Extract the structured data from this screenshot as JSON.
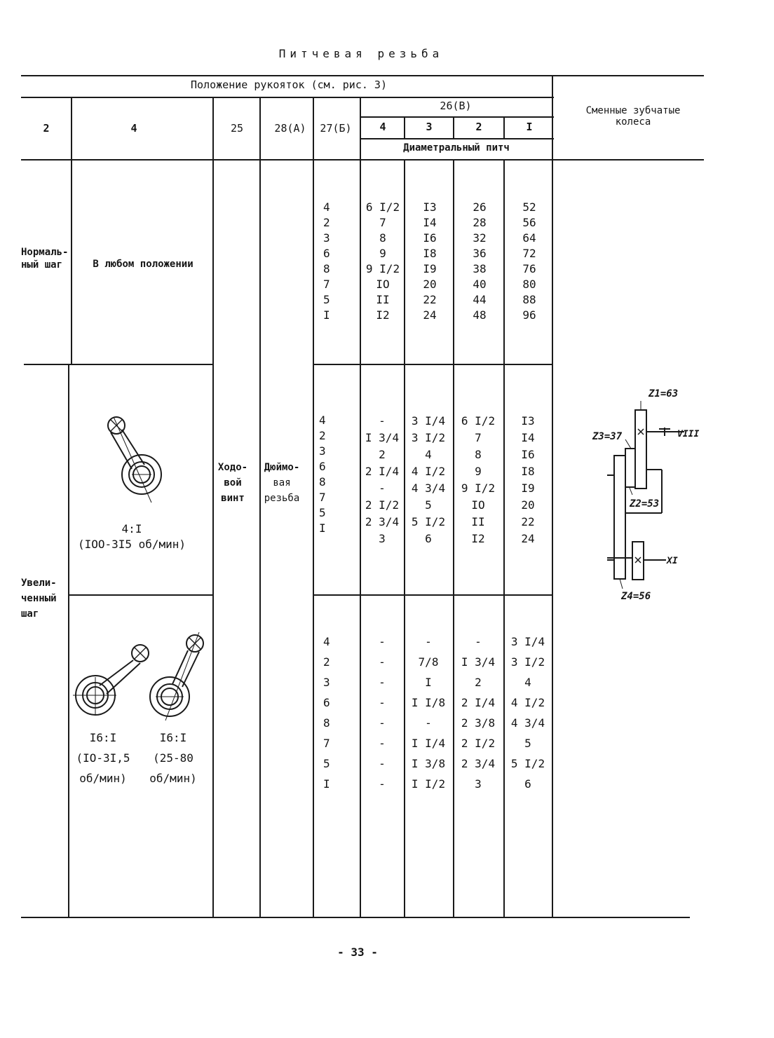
{
  "title": "Питчевая резьба",
  "header": {
    "handles_caption": "Положение рукояток (см. рис. 3)",
    "col_2": "2",
    "col_4": "4",
    "col_25": "25",
    "col_28": "28(А)",
    "col_27": "27(Б)",
    "col_26": "26(В)",
    "sub_26": [
      "4",
      "3",
      "2",
      "I"
    ],
    "diametral_pitch": "Диаметральный питч",
    "gears_caption": "Сменные зубчатые колеса"
  },
  "side_labels": {
    "normal_step": [
      "Нормаль-",
      "ный шаг"
    ],
    "increased_step": [
      "Увели-",
      "ченный",
      "шаг"
    ],
    "lead_screw": [
      "Ходо-",
      "вой",
      "винт"
    ],
    "inch_thread": [
      "Дюймо-",
      "вая",
      "резьба"
    ]
  },
  "normal": {
    "position_text": "В любом положении",
    "col27": [
      "4",
      "2",
      "3",
      "6",
      "8",
      "7",
      "5",
      "I"
    ],
    "p4": [
      "6 I/2",
      "7",
      "8",
      "9",
      "9 I/2",
      "IO",
      "II",
      "I2"
    ],
    "p3": [
      "I3",
      "I4",
      "I6",
      "I8",
      "I9",
      "20",
      "22",
      "24"
    ],
    "p2": [
      "26",
      "28",
      "32",
      "36",
      "38",
      "40",
      "44",
      "48"
    ],
    "p1": [
      "52",
      "56",
      "64",
      "72",
      "76",
      "80",
      "88",
      "96"
    ]
  },
  "increased_1": {
    "ratio": "4:I",
    "speed": "(IOO-3I5 об/мин)",
    "col27": [
      "4",
      "2",
      "3",
      "6",
      "8",
      "7",
      "5",
      "I"
    ],
    "p4": [
      "-",
      "I 3/4",
      "2",
      "2 I/4",
      "-",
      "2 I/2",
      "2 3/4",
      "3"
    ],
    "p3": [
      "3 I/4",
      "3 I/2",
      "4",
      "4 I/2",
      "4 3/4",
      "5",
      "5 I/2",
      "6"
    ],
    "p2": [
      "6 I/2",
      "7",
      "8",
      "9",
      "9 I/2",
      "IO",
      "II",
      "I2"
    ],
    "p1": [
      "I3",
      "I4",
      "I6",
      "I8",
      "I9",
      "20",
      "22",
      "24"
    ]
  },
  "increased_2": {
    "left_ratio": "I6:I",
    "left_speed": [
      "(IO-3I,5",
      "об/мин)"
    ],
    "right_ratio": "I6:I",
    "right_speed": [
      "(25-80",
      "об/мин)"
    ],
    "col27": [
      "4",
      "2",
      "3",
      "6",
      "8",
      "7",
      "5",
      "I"
    ],
    "p4": [
      "-",
      "-",
      "-",
      "-",
      "-",
      "-",
      "-",
      "-"
    ],
    "p3": [
      "-",
      "7/8",
      "I",
      "I I/8",
      "-",
      "I I/4",
      "I 3/8",
      "I I/2"
    ],
    "p2": [
      "-",
      "I 3/4",
      "2",
      "2 I/4",
      "2 3/8",
      "2 I/2",
      "2 3/4",
      "3"
    ],
    "p1": [
      "3 I/4",
      "3 I/2",
      "4",
      "4 I/2",
      "4 3/4",
      "5",
      "5 I/2",
      "6"
    ]
  },
  "gear_labels": {
    "z1": "Z1=63",
    "z2": "Z2=53",
    "z3": "Z3=37",
    "z4": "Z4=56",
    "shaft_top": "VIII",
    "shaft_bottom": "XI"
  },
  "page_number": "- 33 -"
}
